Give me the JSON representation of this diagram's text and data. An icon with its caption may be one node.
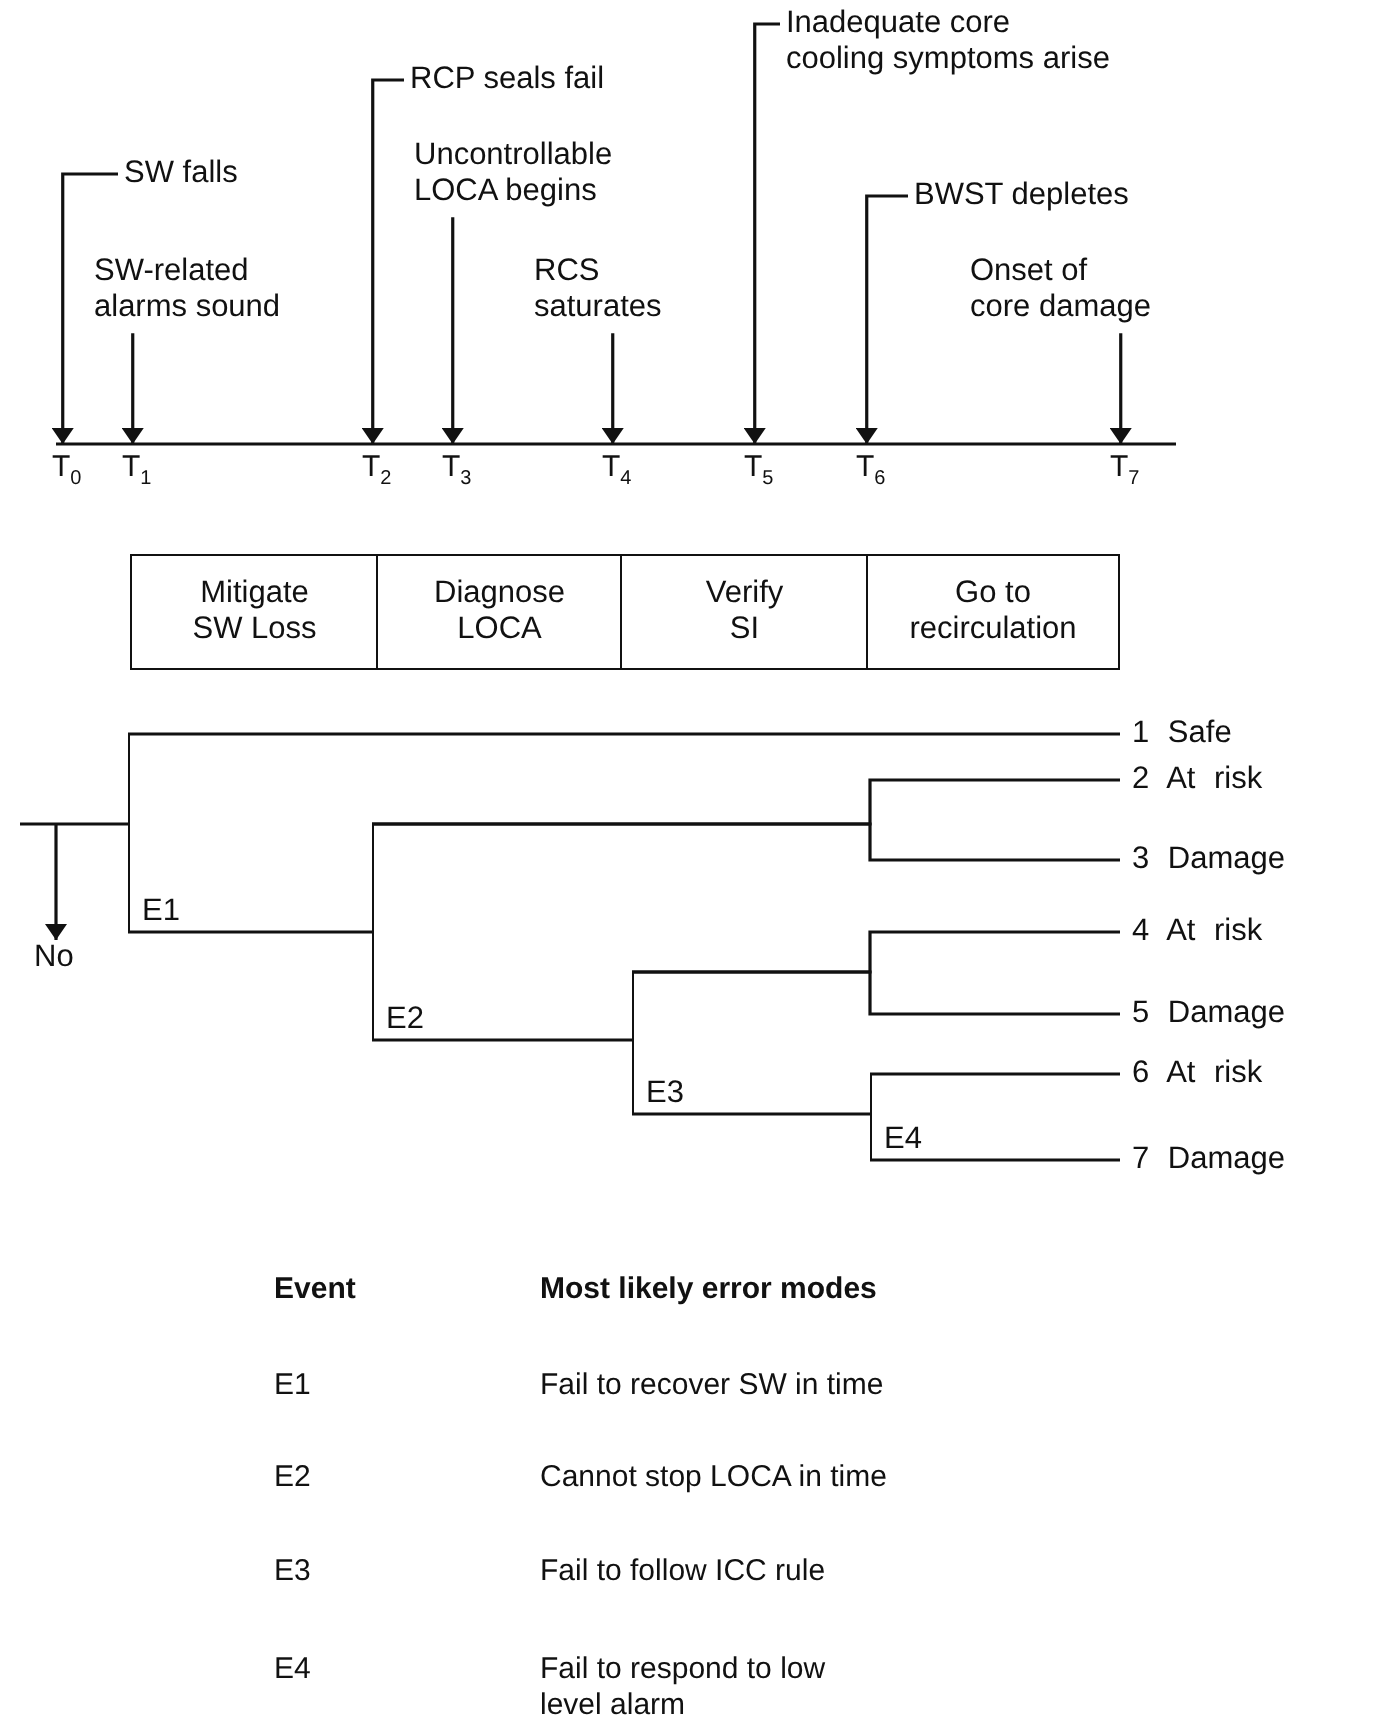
{
  "diagram": {
    "nodes": [
      {
        "text": [
          "SW falls"
        ]
      },
      {
        "text": [
          "SW-related alarms sound"
        ]
      },
      {
        "text": [
          "RCP seals fail"
        ]
      },
      {
        "text": [
          "Uncontrollable LOCA begins"
        ]
      },
      {
        "text": [
          "RCS saturates"
        ]
      },
      {
        "text": [
          "Inadequate core cooling symptoms arise"
        ]
      },
      {
        "text": [
          "BWST depletes"
        ]
      },
      {
        "text": [
          "Onset of core damage"
        ]
      },
      {
        "text": [
          "T$_{0}$"
        ]
      },
      {
        "text": [
          "T$_{1}$"
        ]
      },
      {
        "text": [
          "T$_{2}$"
        ]
      },
      {
        "text": [
          "T$_{3}$"
        ]
      },
      {
        "text": [
          "T$_{4}$"
        ]
      },
      {
        "text": [
          "T$_{5}$"
        ]
      },
      {
        "text": [
          "T$_{6}$"
        ]
      },
      {
        "text": [
          "T$_{7}$"
        ]
      },
      {
        "text": [
          "Mitigate SW Loss"
        ]
      },
      {
        "text": [
          "Diagnose LOCA"
        ]
      },
      {
        "text": [
          "Verify SI"
        ]
      },
      {
        "text": [
          "Go to recirculation"
        ]
      },
      {
        "text": [
          "No"
        ]
      },
      {
        "text": [
          "E1"
        ]
      },
      {
        "text": [
          "E2"
        ]
      },
      {
        "text": [
          "E3"
        ]
      },
      {
        "text": [
          "E4"
        ]
      },
      {
        "text": [
          "1 Safe"
        ]
      },
      {
        "text": [
          "2 At risk"
        ]
      },
      {
        "text": [
          "3 Damage"
        ]
      },
      {
        "text": [
          "4 At risk"
        ]
      },
      {
        "text": [
          "5 Damage"
        ]
      },
      {
        "text": [
          "6 At risk"
        ]
      },
      {
        "text": [
          "7 Damage"
        ]
      }
    ],
    "edges": [
      {
        "from": 0,
        "to": 8,
        "arrow": "to"
      },
      {
        "from": 1,
        "to": 9,
        "arrow": "to"
      },
      {
        "from": 2,
        "to": 10,
        "arrow": "to"
      },
      {
        "from": 3,
        "to": 11,
        "arrow": "to"
      },
      {
        "from": 4,
        "to": 12,
        "arrow": "to"
      },
      {
        "from": 5,
        "to": 13,
        "arrow": "to"
      },
      {
        "from": 6,
        "to": 14,
        "arrow": "to"
      },
      {
        "from": 7,
        "to": 15,
        "arrow": "to"
      },
      {
        "from": null,
        "to": 21,
        "arrow": "none"
      },
      {
        "from": null,
        "to": 20,
        "arrow": "to"
      },
      {
        "from": 21,
        "to": 25,
        "arrow": "none"
      },
      {
        "from": 21,
        "to": 22,
        "arrow": "none"
      },
      {
        "from": 22,
        "to": 26,
        "arrow": "none"
      },
      {
        "from": 22,
        "to": 27,
        "arrow": "none"
      },
      {
        "from": 22,
        "to": 23,
        "arrow": "none"
      },
      {
        "from": 23,
        "to": 28,
        "arrow": "none"
      },
      {
        "from": 23,
        "to": 29,
        "arrow": "none"
      },
      {
        "from": 23,
        "to": 24,
        "arrow": "none"
      },
      {
        "from": 24,
        "to": 30,
        "arrow": "none"
      },
      {
        "from": 24,
        "to": 31,
        "arrow": "none"
      }
    ],
    "labels": [
      "Event",
      "Most likely error modes",
      "E1",
      "Fail to recover SW in time",
      "E2",
      "Cannot stop LOCA in time",
      "E3",
      "Fail to follow ICC rule",
      "E4",
      "Fail to respond to low level alarm"
    ]
  }
}
